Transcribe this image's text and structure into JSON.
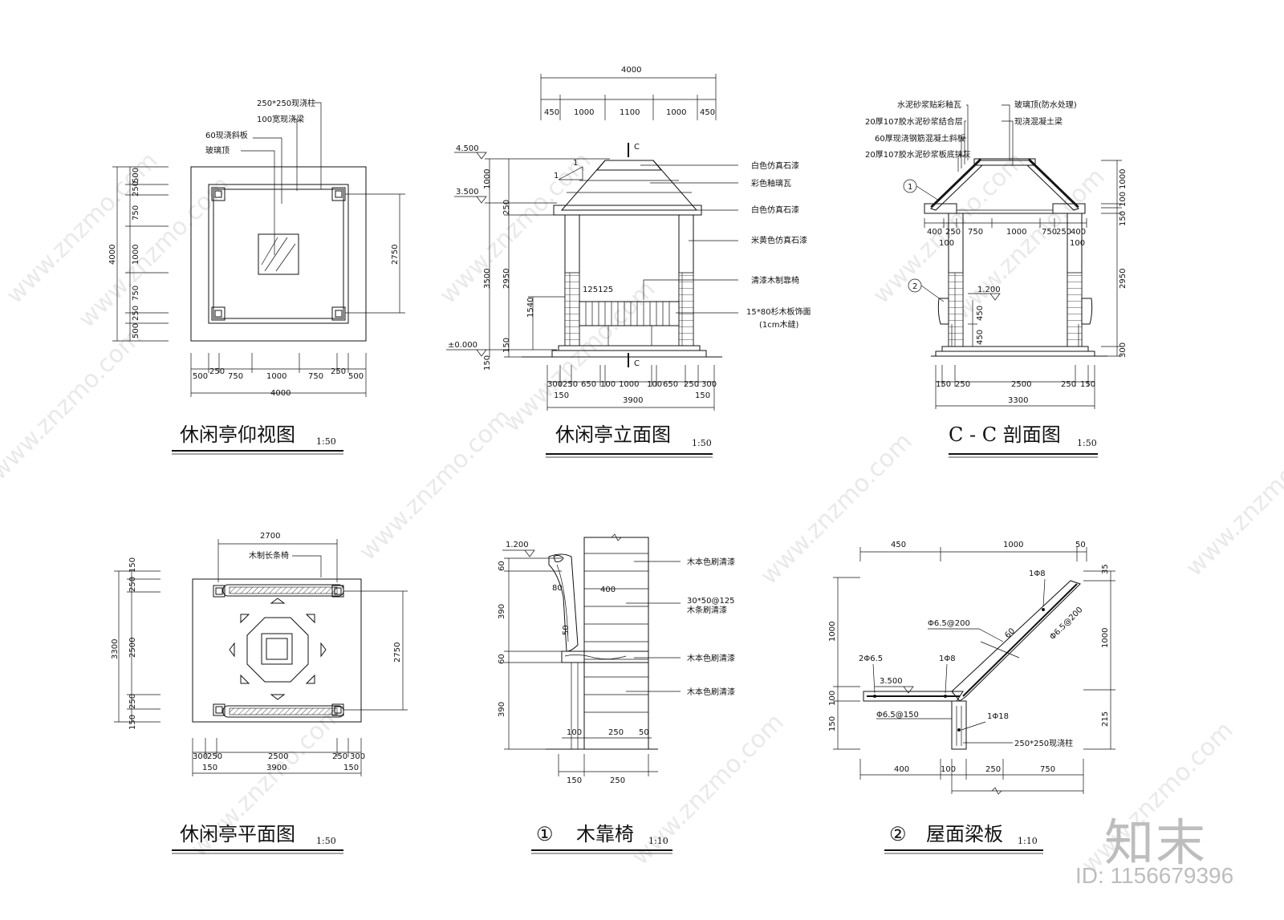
{
  "watermark": {
    "site": "www.znzmo.com",
    "brand": "知末",
    "id_text": "ID: 1156679396"
  },
  "ceiling_plan": {
    "title": "休闲亭仰视图",
    "scale": "1:50",
    "labels": [
      "250*250现浇柱",
      "100宽现浇梁",
      "60现浇斜板",
      "玻璃顶"
    ],
    "dims_left": [
      "500",
      "250",
      "750",
      "1000",
      "750",
      "250",
      "500"
    ],
    "dim_left_total": "4000",
    "dim_right": "2750",
    "dims_bottom": [
      "500",
      "250",
      "750",
      "1000",
      "750",
      "250",
      "500"
    ],
    "dim_bottom_total": "4000"
  },
  "elevation": {
    "title": "休闲亭立面图",
    "scale": "1:50",
    "dim_top_total": "4000",
    "dims_top": [
      "450",
      "1000",
      "1100",
      "1000",
      "450"
    ],
    "levels": [
      "4.500",
      "3.500",
      "±0.000"
    ],
    "dims_left": [
      "1000",
      "250",
      "3500",
      "2950",
      "1540",
      "150",
      "150"
    ],
    "dim_seat": "125125",
    "slope": "1",
    "section_mark": "C",
    "labels": [
      "白色仿真石漆",
      "彩色釉璃瓦",
      "白色仿真石漆",
      "米黄色仿真石漆",
      "清漆木制靠椅",
      "15*80杉木板饰面",
      "(1cm木缝)"
    ],
    "dims_bottom": [
      "300",
      "250",
      "650",
      "100",
      "1000",
      "100",
      "650",
      "250",
      "300"
    ],
    "dims_bottom2": [
      "150",
      "150"
    ],
    "dim_bottom_total": "3900"
  },
  "section": {
    "title": "C - C 剖面图",
    "scale": "1:50",
    "labels_left": [
      "水泥砂浆贴彩釉瓦",
      "20厚107胶水泥砂浆结合层",
      "60厚现浇钢筋混凝土斜板",
      "20厚107胶水泥砂浆板底抹灰"
    ],
    "labels_right": [
      "玻璃顶(防水处理)",
      "现浇混凝土梁"
    ],
    "dims_beam": [
      "400",
      "250",
      "750",
      "1000",
      "750",
      "250",
      "400"
    ],
    "dims_beam2": [
      "100",
      "100"
    ],
    "dims_right": [
      "1000",
      "100",
      "150",
      "2950",
      "300"
    ],
    "level": "1.200",
    "dims_seat": [
      "450",
      "450"
    ],
    "dims_bottom": [
      "150",
      "250",
      "2500",
      "250",
      "150"
    ],
    "dim_bottom_total": "3300",
    "markers": [
      "1",
      "2"
    ]
  },
  "floor_plan": {
    "title": "休闲亭平面图",
    "scale": "1:50",
    "dim_top": "2700",
    "label": "木制长条椅",
    "dims_left": [
      "150",
      "250",
      "2500",
      "250",
      "150"
    ],
    "dim_left_total": "3300",
    "dim_right": "2750",
    "dims_bottom": [
      "300",
      "250",
      "2500",
      "250",
      "300"
    ],
    "dims_bottom2": [
      "150",
      "150"
    ],
    "dim_bottom_total": "3900"
  },
  "bench": {
    "title": "木靠椅",
    "number": "①",
    "scale": "1:10",
    "level": "1.200",
    "dims_left": [
      "60",
      "390",
      "60",
      "390"
    ],
    "dims_inner": [
      "80",
      "400",
      "50"
    ],
    "labels": [
      "木本色刷清漆",
      "30*50@125",
      "木条刷清漆",
      "木本色刷清漆",
      "木本色刷清漆"
    ],
    "dims_bottom": [
      "100",
      "250",
      "50"
    ],
    "dims_bottom2": [
      "150",
      "250"
    ]
  },
  "roof": {
    "title": "屋面梁板",
    "number": "②",
    "scale": "1:10",
    "dims_top": [
      "450",
      "1000",
      "50"
    ],
    "dims_left": [
      "1000",
      "100",
      "150"
    ],
    "dims_right": [
      "35",
      "1000",
      "215"
    ],
    "rebar": [
      "1Φ8",
      "Φ6.5@200",
      "Φ6.5@200",
      "2Φ6.5",
      "1Φ8",
      "Φ6.5@150",
      "1Φ18"
    ],
    "slab": "60",
    "level": "3.500",
    "column": "250*250现浇柱",
    "dims_bottom": [
      "400",
      "100",
      "250",
      "750"
    ]
  }
}
